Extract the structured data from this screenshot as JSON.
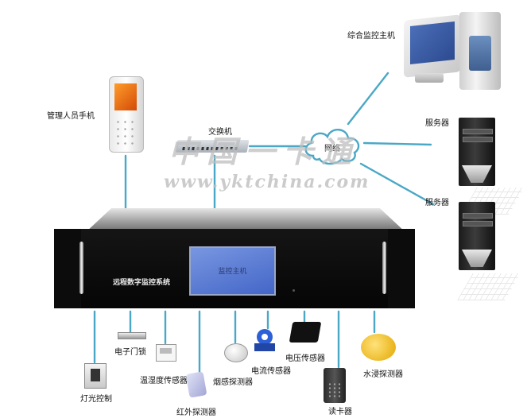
{
  "labels": {
    "phone": "管理人员手机",
    "switch": "交换机",
    "network": "网络",
    "host": "综合监控主机",
    "server1": "服务器",
    "server2": "服务器",
    "device_title": "远程数字监控系统",
    "screen_text": "监控主机",
    "watermark_cn": "中国一卡通",
    "watermark_en": "www.yktchina.com",
    "sensors": {
      "light": "灯光控制",
      "door_lock": "电子门锁",
      "temp_humidity": "温湿度传感器",
      "infrared": "红外探测器",
      "smoke": "烟感探测器",
      "current": "电流传感器",
      "voltage": "电压传感器",
      "card_reader": "读卡器",
      "water": "水浸探测器"
    }
  },
  "colors": {
    "line": "#4aa8c6",
    "device_body": "#0a0a0a",
    "screen": "#5a7fd8"
  }
}
